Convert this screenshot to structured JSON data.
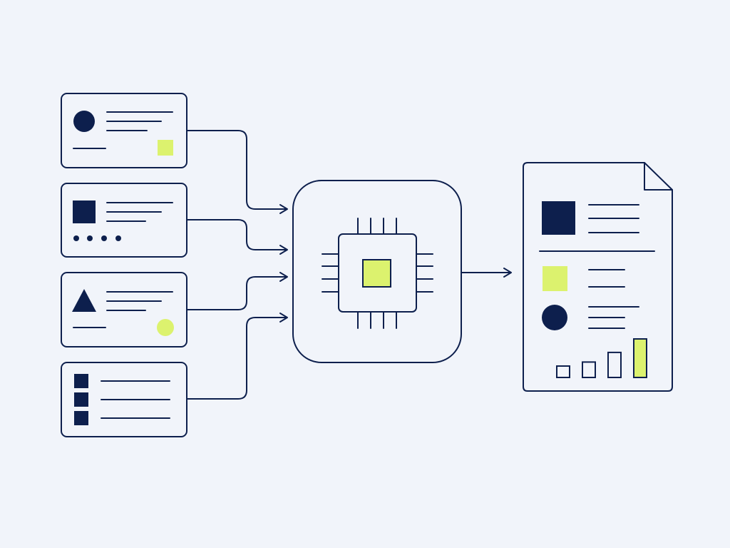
{
  "colors": {
    "background": "#f1f4fa",
    "stroke": "#0d1f4d",
    "fill_dark": "#0d1f4d",
    "accent": "#dcf26e"
  },
  "inputs": [
    {
      "kind": "circle-card",
      "icon": "circle-icon",
      "accent": "square-icon"
    },
    {
      "kind": "square-card",
      "icon": "square-icon",
      "accent": "dots-icon"
    },
    {
      "kind": "triangle-card",
      "icon": "triangle-icon",
      "accent": "circle-icon"
    },
    {
      "kind": "list-card",
      "icon": "list-icon",
      "accent": "none"
    }
  ],
  "processor": {
    "icon": "cpu-chip-icon"
  },
  "output": {
    "icon": "document-report-icon",
    "chart_bars": [
      0.2,
      0.4,
      0.65,
      1.0
    ]
  }
}
